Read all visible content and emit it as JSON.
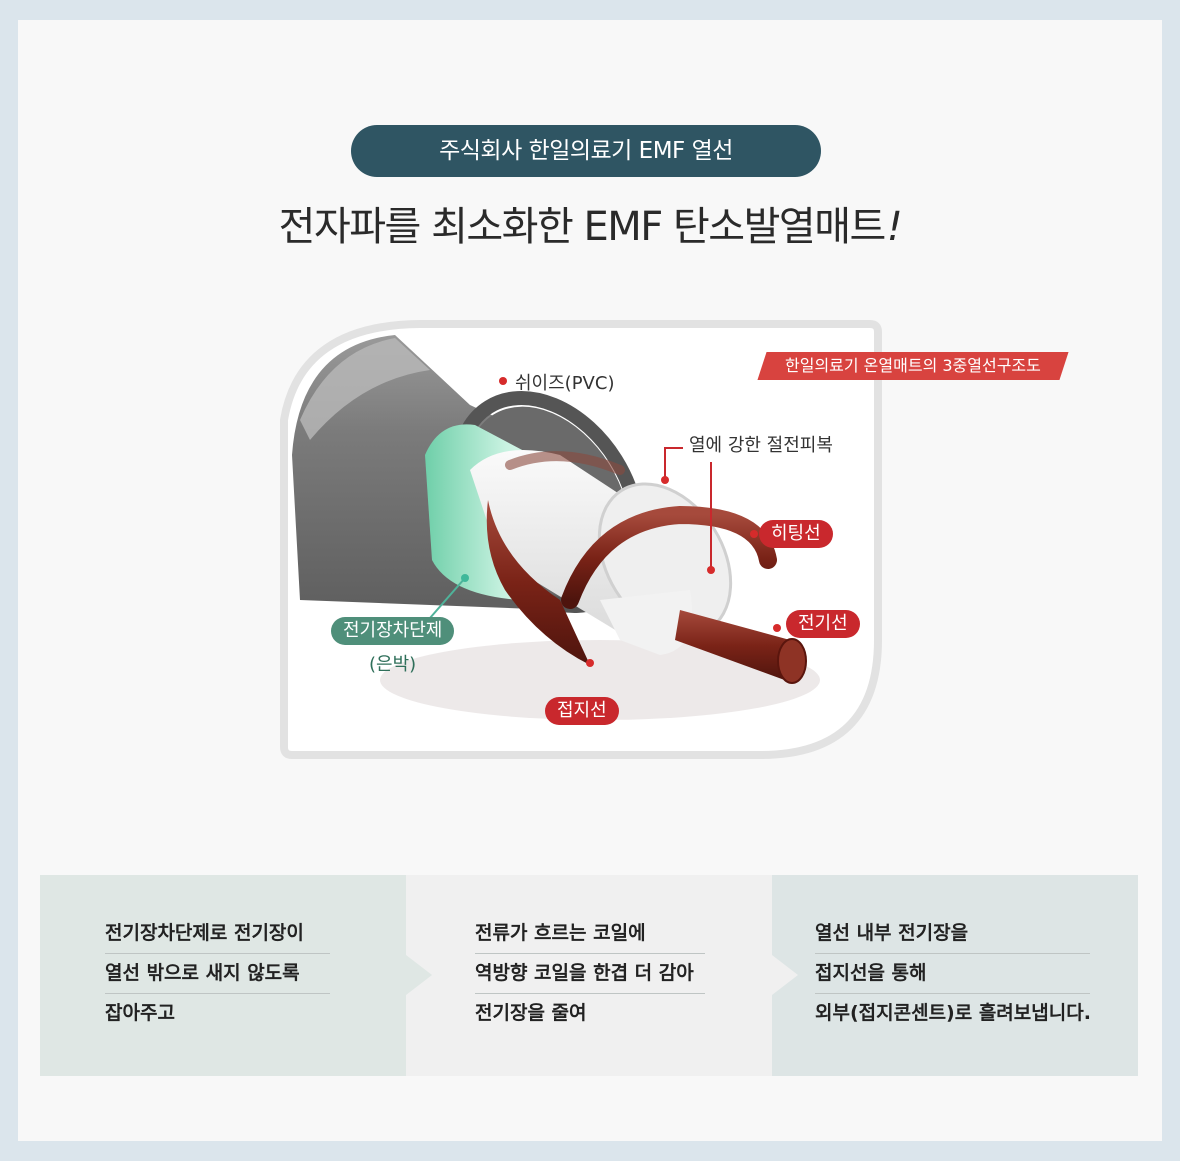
{
  "header": {
    "pill": "주식회사 한일의료기 EMF 열선",
    "headline": "전자파를 최소화한 EMF 탄소발열매트",
    "headline_mark": "!"
  },
  "diagram": {
    "banner": "한일의료기 온열매트의 3중열선구조도",
    "labels": {
      "sheath": "쉬이즈(PVC)",
      "insulation": "열에 강한 절전피복",
      "heating_wire": "히팅선",
      "power_wire": "전기선",
      "ground_wire": "접지선",
      "shield": "전기장차단제",
      "shield_sub": "(은박)"
    }
  },
  "info": {
    "box1": [
      "전기장차단제로 전기장이",
      "열선 밖으로 새지 않도록",
      "잡아주고"
    ],
    "box2": [
      "전류가 흐르는 코일에",
      "역방향 코일을 한겹 더 감아",
      "전기장을 줄여"
    ],
    "box3": [
      "열선 내부 전기장을",
      "접지선을 통해",
      "외부(접지콘센트)로 흘려보냅니다."
    ]
  },
  "colors": {
    "pill_bg": "#2f5563",
    "accent_red": "#c9282d",
    "shield_green": "#4f8f7a"
  }
}
